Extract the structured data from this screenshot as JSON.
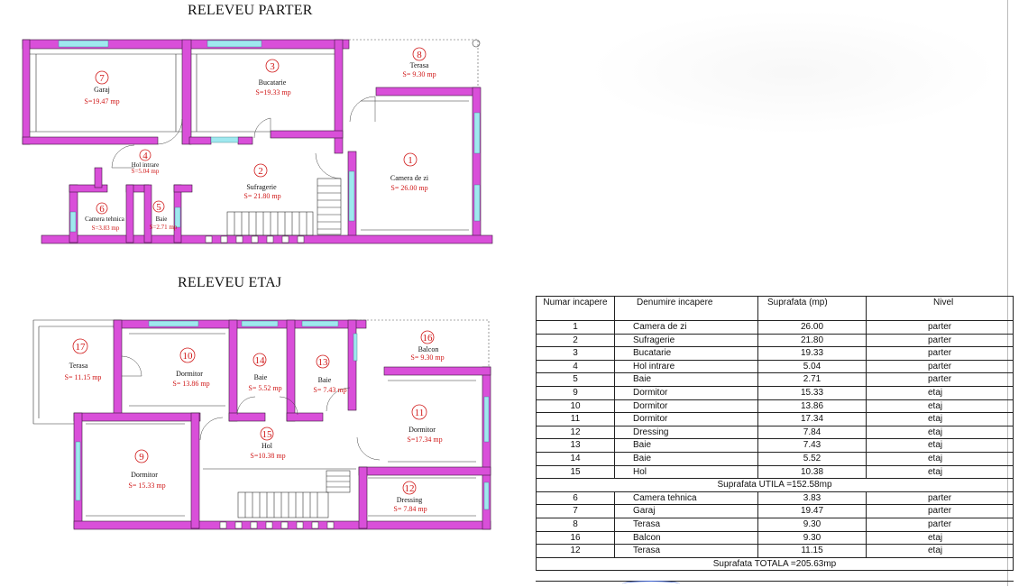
{
  "titles": {
    "ground": "RELEVEU PARTER",
    "upper": "RELEVEU ETAJ"
  },
  "ground_rooms": [
    {
      "num": "7",
      "name": "Garaj",
      "area": "S=19.47 mp"
    },
    {
      "num": "3",
      "name": "Bucatarie",
      "area": "S=19.33 mp"
    },
    {
      "num": "8",
      "name": "Terasa",
      "area": "S= 9.30 mp"
    },
    {
      "num": "4",
      "name": "Hol intrare",
      "area": "S=5.04 mp"
    },
    {
      "num": "2",
      "name": "Sufragerie",
      "area": "S= 21.80 mp"
    },
    {
      "num": "1",
      "name": "Camera de zi",
      "area": "S= 26.00 mp"
    },
    {
      "num": "6",
      "name": "Camera tehnica",
      "area": "S=3.83 mp"
    },
    {
      "num": "5",
      "name": "Baie",
      "area": "S=2.71 mp"
    }
  ],
  "upper_rooms": [
    {
      "num": "17",
      "name": "Terasa",
      "area": "S= 11.15 mp"
    },
    {
      "num": "10",
      "name": "Dormitor",
      "area": "S= 13.86 mp"
    },
    {
      "num": "14",
      "name": "Baie",
      "area": "S= 5.52 mp"
    },
    {
      "num": "13",
      "name": "Baie",
      "area": "S= 7.43 mp"
    },
    {
      "num": "16",
      "name": "Balcon",
      "area": "S= 9.30 mp"
    },
    {
      "num": "11",
      "name": "Dormitor",
      "area": "S=17.34 mp"
    },
    {
      "num": "15",
      "name": "Hol",
      "area": "S=10.38 mp"
    },
    {
      "num": "9",
      "name": "Dormitor",
      "area": "S= 15.33 mp"
    },
    {
      "num": "12",
      "name": "Dressing",
      "area": "S= 7.84 mp"
    }
  ],
  "table": {
    "headers": {
      "num": "Numar incapere",
      "name": "Denumire incapere",
      "area": "Suprafata (mp)",
      "level": "Nivel"
    },
    "useful_rows": [
      {
        "num": "1",
        "name": "Camera de zi",
        "area": "26.00",
        "level": "parter"
      },
      {
        "num": "2",
        "name": "Sufragerie",
        "area": "21.80",
        "level": "parter"
      },
      {
        "num": "3",
        "name": "Bucatarie",
        "area": "19.33",
        "level": "parter"
      },
      {
        "num": "4",
        "name": "Hol intrare",
        "area": "5.04",
        "level": "parter"
      },
      {
        "num": "5",
        "name": "Baie",
        "area": "2.71",
        "level": "parter"
      },
      {
        "num": "9",
        "name": "Dormitor",
        "area": "15.33",
        "level": "etaj"
      },
      {
        "num": "10",
        "name": "Dormitor",
        "area": "13.86",
        "level": "etaj"
      },
      {
        "num": "11",
        "name": "Dormitor",
        "area": "17.34",
        "level": "etaj"
      },
      {
        "num": "12",
        "name": "Dressing",
        "area": "7.84",
        "level": "etaj"
      },
      {
        "num": "13",
        "name": "Baie",
        "area": "7.43",
        "level": "etaj"
      },
      {
        "num": "14",
        "name": "Baie",
        "area": "5.52",
        "level": "etaj"
      },
      {
        "num": "15",
        "name": "Hol",
        "area": "10.38",
        "level": "etaj"
      }
    ],
    "useful_total": "Suprafata UTILA =152.58mp",
    "other_rows": [
      {
        "num": "6",
        "name": "Camera tehnica",
        "area": "3.83",
        "level": "parter"
      },
      {
        "num": "7",
        "name": "Garaj",
        "area": "19.47",
        "level": "parter"
      },
      {
        "num": "8",
        "name": "Terasa",
        "area": "9.30",
        "level": "parter"
      },
      {
        "num": "16",
        "name": "Balcon",
        "area": "9.30",
        "level": "etaj"
      },
      {
        "num": "12",
        "name": "Terasa",
        "area": "11.15",
        "level": "etaj"
      }
    ],
    "grand_total": "Suprafata TOTALA =205.63mp"
  },
  "colors": {
    "wall": "#d94fd9",
    "window": "#9fe8ef",
    "label_red": "#d01818"
  }
}
